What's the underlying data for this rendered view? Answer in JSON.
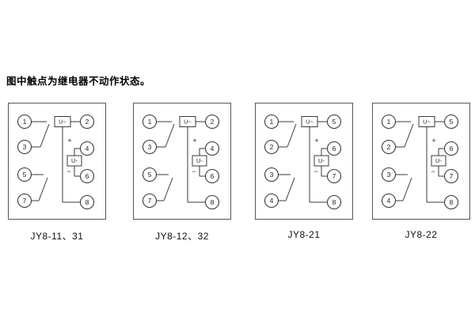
{
  "page": {
    "note": "图中触点为继电器不动作状态。"
  },
  "panels": [
    {
      "label": "JY8-11、31",
      "ac_label": "U~",
      "dc_label": "U-",
      "plus": "+",
      "minus": "−",
      "terminals": {
        "left": [
          "1",
          "3",
          "5",
          "7"
        ],
        "right": [
          "2",
          "4",
          "6",
          "8"
        ]
      }
    },
    {
      "label": "JY8-12、32",
      "ac_label": "U~",
      "dc_label": "U-",
      "plus": "+",
      "minus": "−",
      "terminals": {
        "left": [
          "1",
          "3",
          "5",
          "7"
        ],
        "right": [
          "2",
          "4",
          "6",
          "8"
        ]
      }
    },
    {
      "label": "JY8-21",
      "ac_label": "U~",
      "dc_label": "U-",
      "plus": "+",
      "minus": "−",
      "terminals": {
        "left": [
          "1",
          "2",
          "3",
          "4"
        ],
        "right": [
          "5",
          "6",
          "7",
          "8"
        ]
      }
    },
    {
      "label": "JY8-22",
      "ac_label": "U~",
      "dc_label": "U-",
      "plus": "+",
      "minus": "−",
      "terminals": {
        "left": [
          "1",
          "2",
          "3",
          "4"
        ],
        "right": [
          "5",
          "6",
          "7",
          "8"
        ]
      }
    }
  ]
}
